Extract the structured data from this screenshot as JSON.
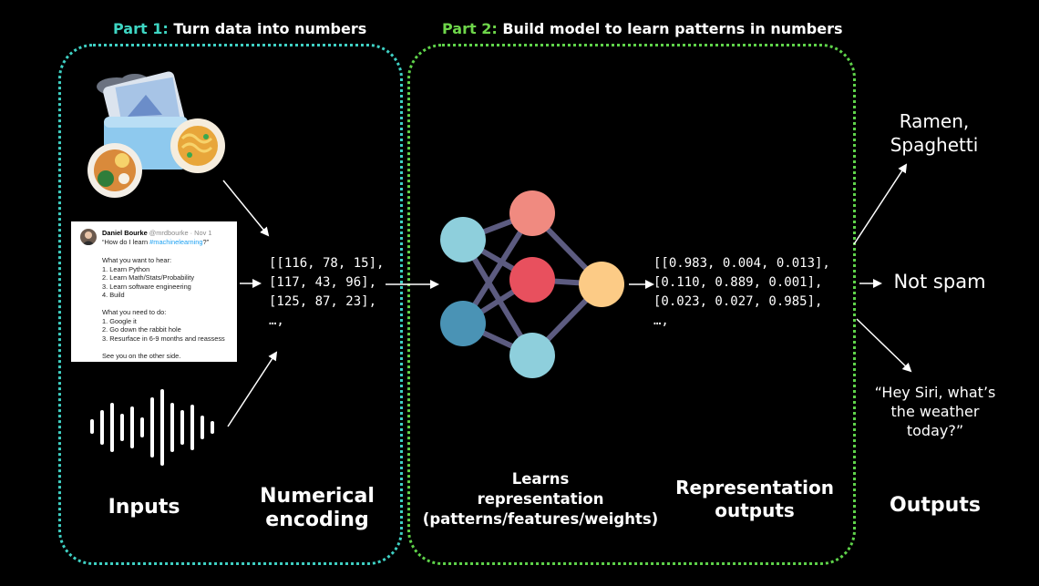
{
  "part1": {
    "prefix": "Part 1:",
    "title": "Turn data into numbers"
  },
  "part2": {
    "prefix": "Part 2:",
    "title": "Build model to learn patterns in numbers"
  },
  "tweet": {
    "author": "Daniel Bourke",
    "handle": "@mrdbourke · Nov 1",
    "question_pre": "“How do I learn ",
    "hashtag": "#machinelearning",
    "question_post": "?”",
    "body": "What you want to hear:\n1. Learn Python\n2. Learn Math/Stats/Probability\n3. Learn software engineering\n4. Build\n\nWhat you need to do:\n1. Google it\n2. Go down the rabbit hole\n3. Resurface in 6-9 months and reassess\n\nSee you on the other side."
  },
  "numerical_input": "[[116, 78, 15],\n[117, 43, 96],\n[125, 87, 23],\n…,",
  "representation_output": "[[0.983, 0.004, 0.013],\n[0.110, 0.889, 0.001],\n[0.023, 0.027, 0.985],\n…,",
  "labels": {
    "inputs": "Inputs",
    "numerical_encoding": "Numerical\nencoding",
    "learns_representation": "Learns\nrepresentation\n(patterns/features/weights)",
    "representation_outputs": "Representation\noutputs",
    "outputs": "Outputs"
  },
  "outputs": {
    "food": "Ramen,\nSpaghetti",
    "spam": "Not spam",
    "speech": "“Hey Siri, what’s\nthe weather\ntoday?”"
  },
  "colors": {
    "cyan": "#3ed6c3",
    "green": "#6ed64a",
    "node_light_blue": "#8ecfdc",
    "node_salmon": "#f08a80",
    "node_red": "#e8505e",
    "node_teal": "#4a93b5",
    "node_yellow": "#fccb86",
    "edge": "#5c5b80"
  }
}
